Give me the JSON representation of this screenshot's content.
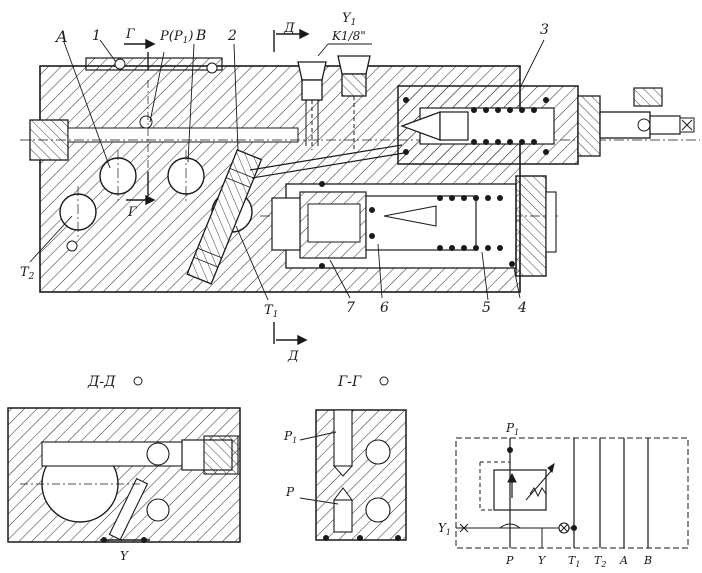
{
  "main_view": {
    "callouts": {
      "a": "A",
      "b": "В",
      "one": "1",
      "two": "2",
      "three": "3",
      "four": "4",
      "five": "5",
      "six": "6",
      "seven": "7",
      "p_port": "P(P",
      "p_sub": "1",
      "p_close": ")",
      "y1": "Y",
      "y1_sub": "1",
      "thread": "K1/8\"",
      "t1": "T",
      "t1_sub": "1",
      "t2": "T",
      "t2_sub": "2"
    },
    "section_marks": {
      "g": "Г",
      "d": "Д"
    }
  },
  "section_dd": {
    "title": "Д-Д",
    "y_label": "Y"
  },
  "section_gg": {
    "title": "Г-Г",
    "p1": "P",
    "p1_sub": "1",
    "p": "P"
  },
  "schematic": {
    "top_label": "P",
    "top_sub": "1",
    "left_label": "Y",
    "left_sub": "1",
    "bottom_labels": [
      "P",
      "Y",
      "T",
      "T",
      "A",
      "B"
    ],
    "bottom_subs": [
      "",
      "",
      "1",
      "2",
      "",
      ""
    ]
  },
  "colors": {
    "ink": "#1a1a1a",
    "paper": "#ffffff"
  }
}
